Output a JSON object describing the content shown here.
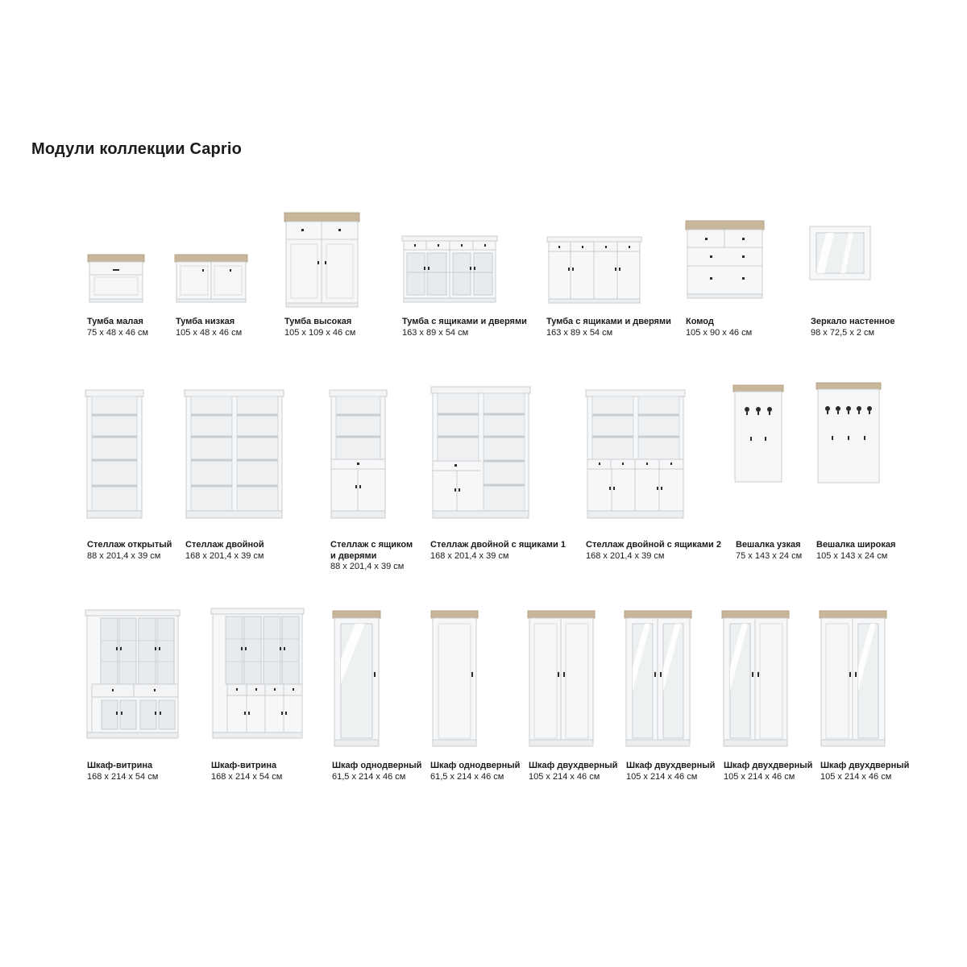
{
  "title": "Модули коллекции Caprio",
  "colors": {
    "body": "#f6f7f8",
    "edge": "#c9ccd0",
    "top": "#c8b69b",
    "glass": "#e6ebee",
    "shadow": "#dadcdf",
    "handle": "#2b2b2b"
  },
  "rows": [
    [
      {
        "name": "Тумба малая",
        "dims": "75 x 48 x 46 см",
        "icon": "cabinet-small-icon"
      },
      {
        "name": "Тумба низкая",
        "dims": "105 x 48 x 46 см",
        "icon": "cabinet-low-icon"
      },
      {
        "name": "Тумба высокая",
        "dims": "105 x 109 x 46 см",
        "icon": "cabinet-high-icon"
      },
      {
        "name": "Тумба с ящиками и дверями",
        "dims": "163 x 89 x 54 см",
        "icon": "sideboard-glass-icon"
      },
      {
        "name": "Тумба с ящиками и дверями",
        "dims": "163 x 89 x 54 см",
        "icon": "sideboard-icon"
      },
      {
        "name": "Комод",
        "dims": "105 x 90 x 46 см",
        "icon": "dresser-icon"
      },
      {
        "name": "Зеркало настенное",
        "dims": "98 x 72,5 x 2 см",
        "icon": "mirror-icon"
      }
    ],
    [
      {
        "name": "Стеллаж открытый",
        "dims": "88 x 201,4 x 39 см",
        "icon": "shelf-open-icon"
      },
      {
        "name": "Стеллаж двойной",
        "dims": "168 x 201,4 x 39 см",
        "icon": "shelf-double-icon"
      },
      {
        "name": "Стеллаж с ящиком и дверями",
        "dims": "88 x 201,4 x 39 см",
        "icon": "shelf-drawer-icon"
      },
      {
        "name": "Стеллаж двойной с ящиками 1",
        "dims": "168 x 201,4 x 39 см",
        "icon": "shelf-double-drawers-1-icon"
      },
      {
        "name": "Стеллаж двойной с ящиками 2",
        "dims": "168 x 201,4 x 39 см",
        "icon": "shelf-double-drawers-2-icon"
      },
      {
        "name": "Вешалка узкая",
        "dims": "75 x 143 x 24 см",
        "icon": "hanger-narrow-icon"
      },
      {
        "name": "Вешалка широкая",
        "dims": "105 x 143 x 24 см",
        "icon": "hanger-wide-icon"
      }
    ],
    [
      {
        "name": "Шкаф-витрина",
        "dims": "168 x 214 x 54 см",
        "icon": "showcase-icon"
      },
      {
        "name": "Шкаф-витрина",
        "dims": "168 x 214 x 54 см",
        "icon": "showcase-doors-icon"
      },
      {
        "name": "Шкаф однодверный",
        "dims": "61,5 x 214 x 46 см",
        "icon": "wardrobe-single-mirror-icon"
      },
      {
        "name": "Шкаф однодверный",
        "dims": "61,5 x 214 x 46 см",
        "icon": "wardrobe-single-icon"
      },
      {
        "name": "Шкаф двухдверный",
        "dims": "105 x 214 x 46 см",
        "icon": "wardrobe-double-icon"
      },
      {
        "name": "Шкаф двухдверный",
        "dims": "105 x 214 x 46 см",
        "icon": "wardrobe-double-mirror-icon"
      },
      {
        "name": "Шкаф двухдверный",
        "dims": "105 x 214 x 46 см",
        "icon": "wardrobe-double-left-mirror-icon"
      },
      {
        "name": "Шкаф двухдверный",
        "dims": "105 x 214 x 46 см",
        "icon": "wardrobe-double-right-mirror-icon"
      }
    ]
  ]
}
